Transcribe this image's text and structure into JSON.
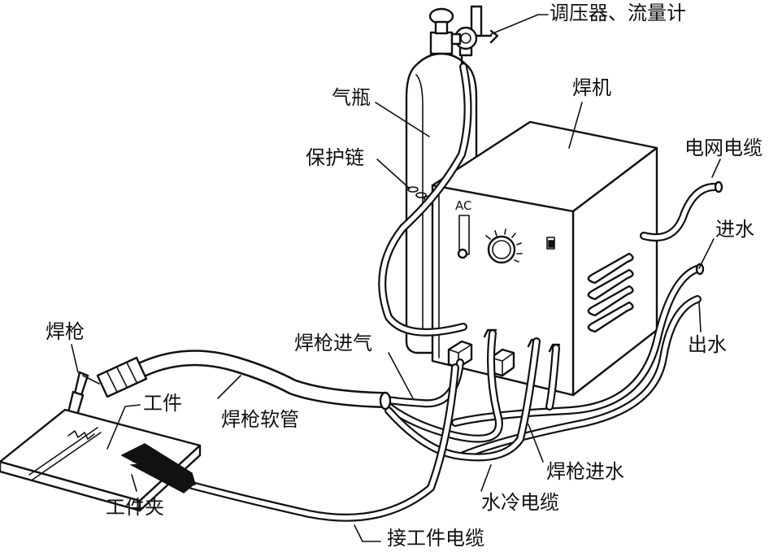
{
  "labels": {
    "regulator_flowmeter": "调压器、流量计",
    "gas_cylinder": "气瓶",
    "welder": "焊机",
    "safety_chain": "保护链",
    "grid_cable": "电网电缆",
    "water_in": "进水",
    "water_out": "出水",
    "welding_torch": "焊枪",
    "torch_gas_inlet": "焊枪进气",
    "workpiece": "工件",
    "torch_hose": "焊枪软管",
    "workpiece_clamp": "工件夹",
    "torch_water_inlet": "焊枪进水",
    "water_cooled_cable": "水冷电缆",
    "workpiece_cable": "接工件电缆"
  },
  "panel": {
    "meter_label": "AC"
  }
}
